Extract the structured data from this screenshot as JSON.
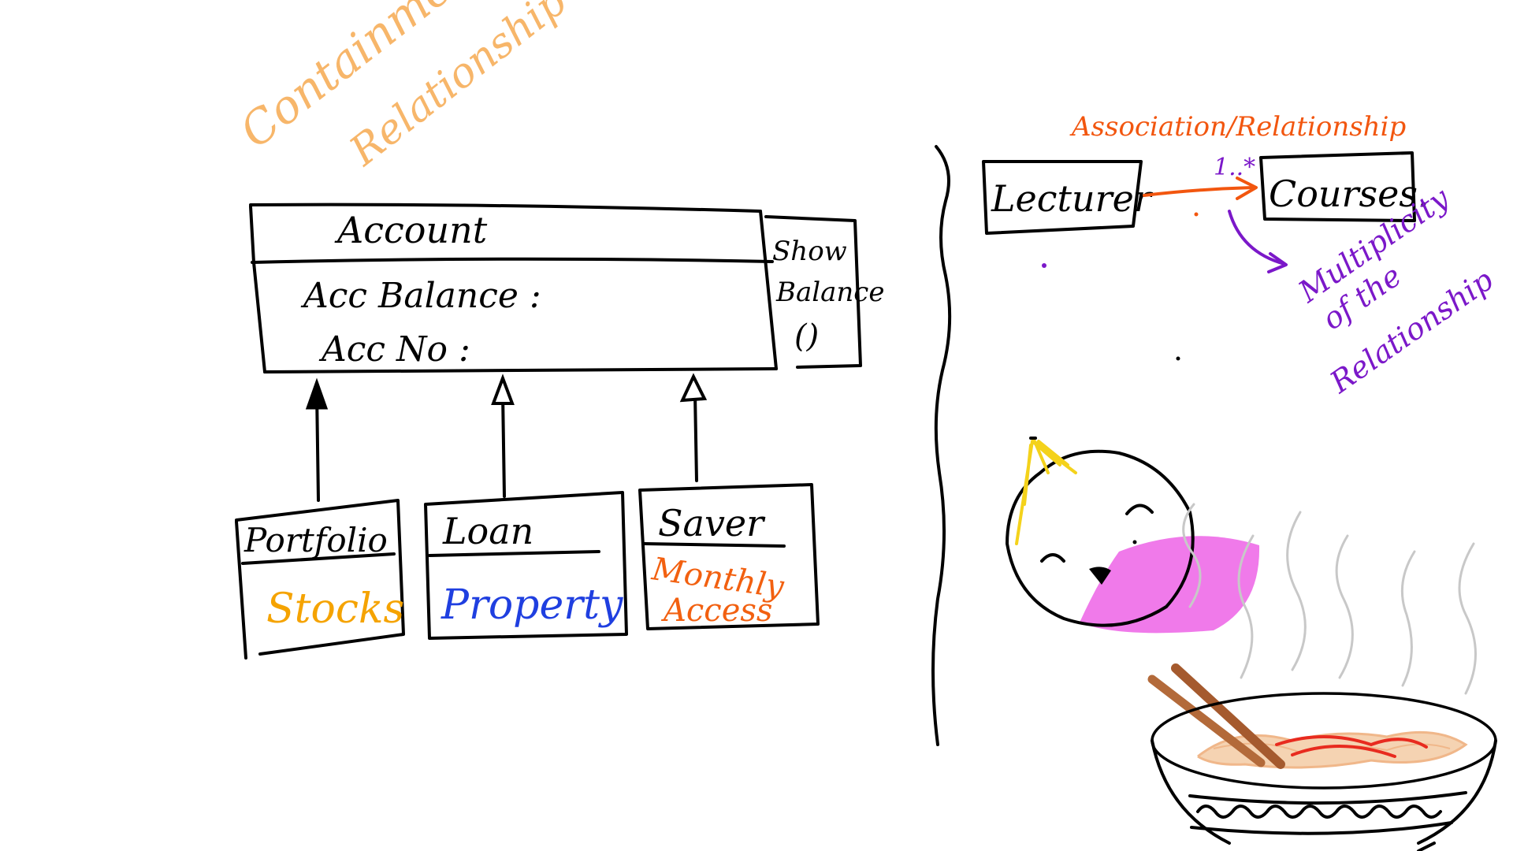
{
  "colors": {
    "ink": "#000000",
    "title_orange": "#f7b66a",
    "association_orange": "#f2560f",
    "multiplicity_purple": "#7b18c9",
    "stocks_yellow": "#f5a300",
    "property_blue": "#1f3fe0",
    "monthly_orange": "#f26010",
    "blush_pink": "#ee6ce8",
    "hair_yellow": "#f4d21b",
    "chopstick_brown": "#a55a2e",
    "noodle_tan": "#f0b78a",
    "noodle_red": "#e82b1f",
    "steam_gray": "#c8c8c8"
  },
  "containment": {
    "title_line1": "Containment",
    "title_line2": "Relationship",
    "account": {
      "name": "Account",
      "attr1": "Acc Balance :",
      "attr2": "Acc No :",
      "method_line1": "Show",
      "method_line2": "Balance",
      "method_line3": "()"
    },
    "subclasses": [
      {
        "name": "Portfolio",
        "detail": "Stocks"
      },
      {
        "name": "Loan",
        "detail": "Property"
      },
      {
        "name": "Saver",
        "detail_line1": "Monthly",
        "detail_line2": "Access"
      }
    ]
  },
  "association": {
    "title": "Association/Relationship",
    "source": "Lecturer",
    "target": "Courses.",
    "multiplicity": "1..*",
    "note_line1": "Multiplicity",
    "note_line2": "of the",
    "note_line3": "Relationship"
  },
  "icons": {
    "character": "dumpling-character-icon",
    "bowl": "noodle-bowl-icon"
  }
}
